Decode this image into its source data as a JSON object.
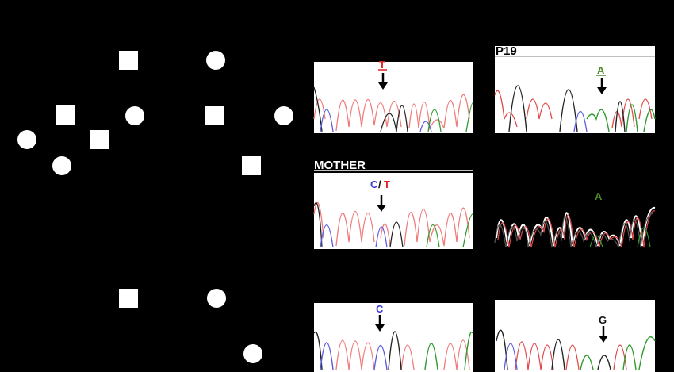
{
  "colors": {
    "background": "#000000",
    "symbol": "#ffffff",
    "panel": "#ffffff",
    "trace_red": "#f07a7a",
    "trace_black": "#222222",
    "trace_blue": "#5a5ae0",
    "trace_green": "#2e9a2e",
    "label_red": "#e02020",
    "label_blue": "#3a3ad8",
    "label_green": "#4a8a2a",
    "label_black": "#111111"
  },
  "pedigree": {
    "symbols": [
      {
        "id": "g1-male",
        "shape": "square"
      },
      {
        "id": "g1-female",
        "shape": "circle"
      },
      {
        "id": "g2-male-a",
        "shape": "square"
      },
      {
        "id": "g2-female-a",
        "shape": "circle"
      },
      {
        "id": "g2-male-b",
        "shape": "square"
      },
      {
        "id": "g2-female-b",
        "shape": "circle"
      },
      {
        "id": "g3-female-a",
        "shape": "circle"
      },
      {
        "id": "g3-male-a",
        "shape": "square"
      },
      {
        "id": "g3-female-b",
        "shape": "circle"
      },
      {
        "id": "g3-male-b",
        "shape": "square"
      },
      {
        "id": "family2-male",
        "shape": "square"
      },
      {
        "id": "family2-female",
        "shape": "circle"
      },
      {
        "id": "family2-child-female",
        "shape": "circle"
      }
    ]
  },
  "panels": {
    "top_right_title": "P19",
    "middle_left_title": "MOTHER",
    "chromatograms": [
      {
        "id": "top-left",
        "labels": [
          {
            "text": "T",
            "color_key": "label_red",
            "underline": true
          }
        ]
      },
      {
        "id": "top-right",
        "labels": [
          {
            "text": "A",
            "color_key": "label_green",
            "underline": true
          }
        ]
      },
      {
        "id": "middle-left",
        "labels": [
          {
            "text": "C",
            "color_key": "label_blue"
          },
          {
            "text": "/",
            "color_key": "label_black"
          },
          {
            "text": "T",
            "color_key": "label_red"
          }
        ]
      },
      {
        "id": "middle-right",
        "labels": [
          {
            "text": "A",
            "color_key": "label_green"
          }
        ]
      },
      {
        "id": "bottom-left",
        "labels": [
          {
            "text": "C",
            "color_key": "label_blue"
          }
        ]
      },
      {
        "id": "bottom-right",
        "labels": [
          {
            "text": "G",
            "color_key": "label_black"
          }
        ]
      }
    ]
  }
}
